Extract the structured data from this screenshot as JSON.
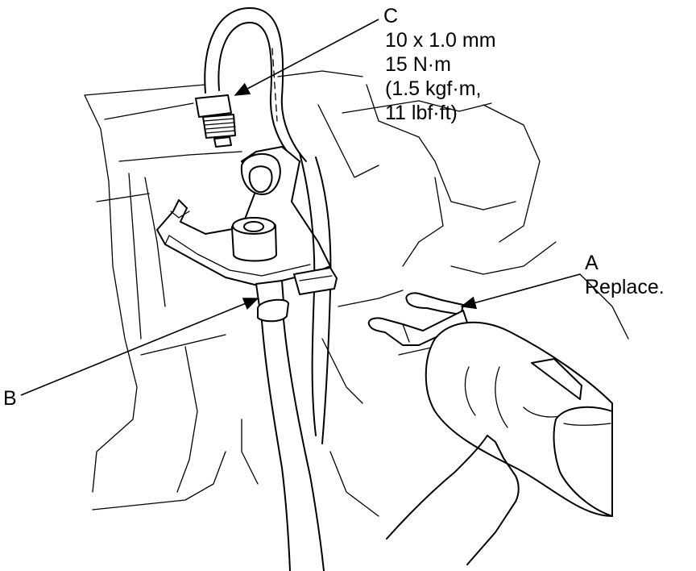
{
  "callouts": {
    "c": {
      "letter": "C",
      "line1": "10 x 1.0 mm",
      "line2": "15 N·m",
      "line3": "(1.5 kgf·m,",
      "line4": "11 lbf·ft)"
    },
    "a": {
      "letter": "A",
      "note": "Replace."
    },
    "b": {
      "letter": "B"
    }
  }
}
